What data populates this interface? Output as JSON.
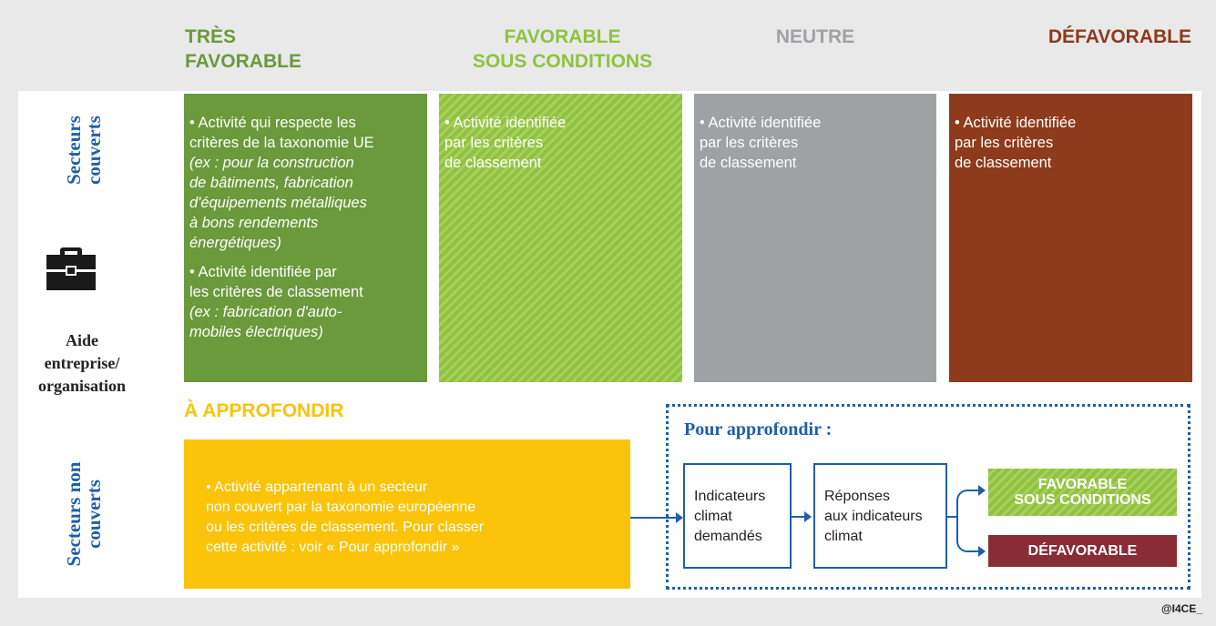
{
  "columns": {
    "tres_favorable": "TRÈS\nFAVORABLE",
    "favorable_conditions": "FAVORABLE\nSOUS CONDITIONS",
    "neutre": "NEUTRE",
    "defavorable": "DÉFAVORABLE"
  },
  "rows": {
    "covered": "Secteurs\ncouverts",
    "not_covered": "Secteurs non\ncouverts"
  },
  "actor": {
    "icon": "briefcase-icon",
    "label": "Aide\nentreprise/\norganisation"
  },
  "cells": {
    "tres_favorable": {
      "b1": "• Activité qui respecte les\n  critères de la taxonomie UE",
      "b1_example": "  (ex : pour la construction\n  de bâtiments, fabrication\n  d'équipements métalliques\n  à bons rendements\n  énergétiques)",
      "b2": "• Activité identifiée par\n  les critères de classement",
      "b2_example": "  (ex : fabrication d'auto-\n  mobiles électriques)"
    },
    "favorable_conditions": "• Activité identifiée\n  par les critères\n  de classement",
    "neutre": "• Activité identifiée\n  par les critères\n  de classement",
    "defavorable": "• Activité identifiée\n  par les critères\n  de classement"
  },
  "approfondir": {
    "title": "À APPROFONDIR",
    "text": "• Activité appartenant à un secteur\n   non couvert par la taxonomie européenne\n   ou les critères de classement. Pour classer\n   cette activité : voir « Pour approfondir »"
  },
  "pour_approfondir": {
    "title": "Pour approfondir :",
    "step1": "Indicateurs\nclimat\ndemandés",
    "step2": "Réponses\naux indicateurs\nclimat",
    "result_favorable": "FAVORABLE\nSOUS CONDITIONS",
    "result_defavorable": "DÉFAVORABLE"
  },
  "credit": "@I4CE_",
  "colors": {
    "green": "#6a9a3b",
    "light_green": "#8fc23f",
    "grey": "#a0a1a4",
    "brown": "#8e3a1d",
    "yellow": "#fbc30a",
    "blue": "#1f5ea8",
    "dark_red": "#8a2c36"
  }
}
